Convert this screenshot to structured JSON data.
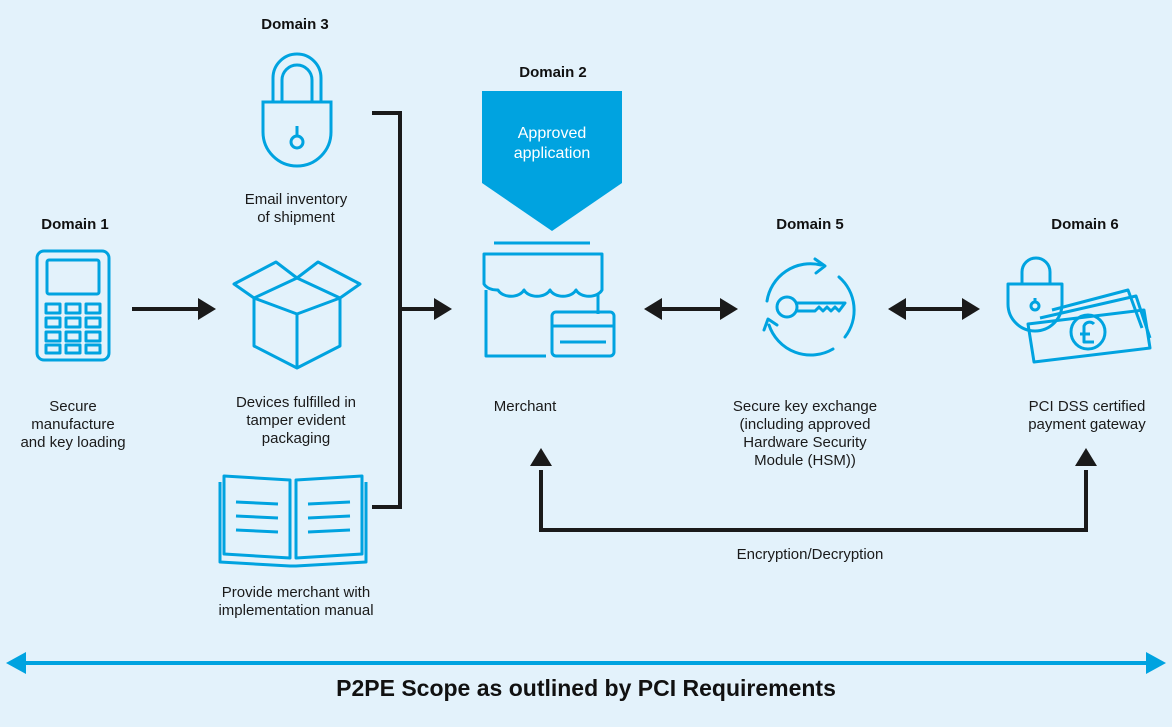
{
  "colors": {
    "accent": "#00a3e0",
    "background": "#e3f2fb",
    "line": "#1a1a1a"
  },
  "domains": {
    "d1": "Domain 1",
    "d2": "Domain 2",
    "d3": "Domain 3",
    "d5": "Domain 5",
    "d6": "Domain 6"
  },
  "approved_label": "Approved\napplication",
  "captions": {
    "secure_manufacture": "Secure\nmanufacture\nand key loading",
    "email_inventory": "Email inventory\nof shipment",
    "devices_fulfilled": "Devices fulfilled in\ntamper evident\npackaging",
    "provide_manual": "Provide merchant with\nimplementation manual",
    "merchant": "Merchant",
    "key_exchange": "Secure key exchange\n(including approved\nHardware Security\nModule (HSM))",
    "gateway": "PCI DSS certified\npayment gateway",
    "encryption": "Encryption/Decryption"
  },
  "icons": {
    "keypad": "payment-terminal-icon",
    "padlock": "padlock-icon",
    "box": "box-icon",
    "manual": "open-book-icon",
    "merchant": "storefront-card-icon",
    "key": "key-exchange-icon",
    "gateway": "padlock-money-icon"
  },
  "footer": "P2PE Scope as outlined by PCI Requirements"
}
